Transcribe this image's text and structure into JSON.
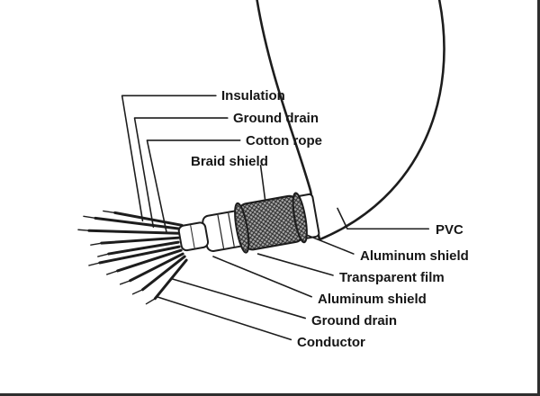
{
  "figure": {
    "background": "#ffffff",
    "ink": "#1d1d1d",
    "braid_fill": "#a8a8a8",
    "description": "Cutaway diagram of a multi-layer shielded cable"
  },
  "diagram": {
    "type": "cable-structure",
    "labels": [
      {
        "id": "insulation",
        "text": "Insulation",
        "side": "left"
      },
      {
        "id": "ground-drain-top",
        "text": "Ground drain",
        "side": "left"
      },
      {
        "id": "cotton-rope",
        "text": "Cotton rope",
        "side": "left"
      },
      {
        "id": "braid-shield",
        "text": "Braid shield",
        "side": "left"
      },
      {
        "id": "pvc",
        "text": "PVC",
        "side": "right"
      },
      {
        "id": "aluminum-shield-outer",
        "text": "Aluminum shield",
        "side": "right"
      },
      {
        "id": "transparent-film",
        "text": "Transparent film",
        "side": "right"
      },
      {
        "id": "aluminum-shield-inner",
        "text": "Aluminum shield",
        "side": "right"
      },
      {
        "id": "ground-drain-bottom",
        "text": "Ground drain",
        "side": "right"
      },
      {
        "id": "conductor",
        "text": "Conductor",
        "side": "right"
      }
    ]
  }
}
